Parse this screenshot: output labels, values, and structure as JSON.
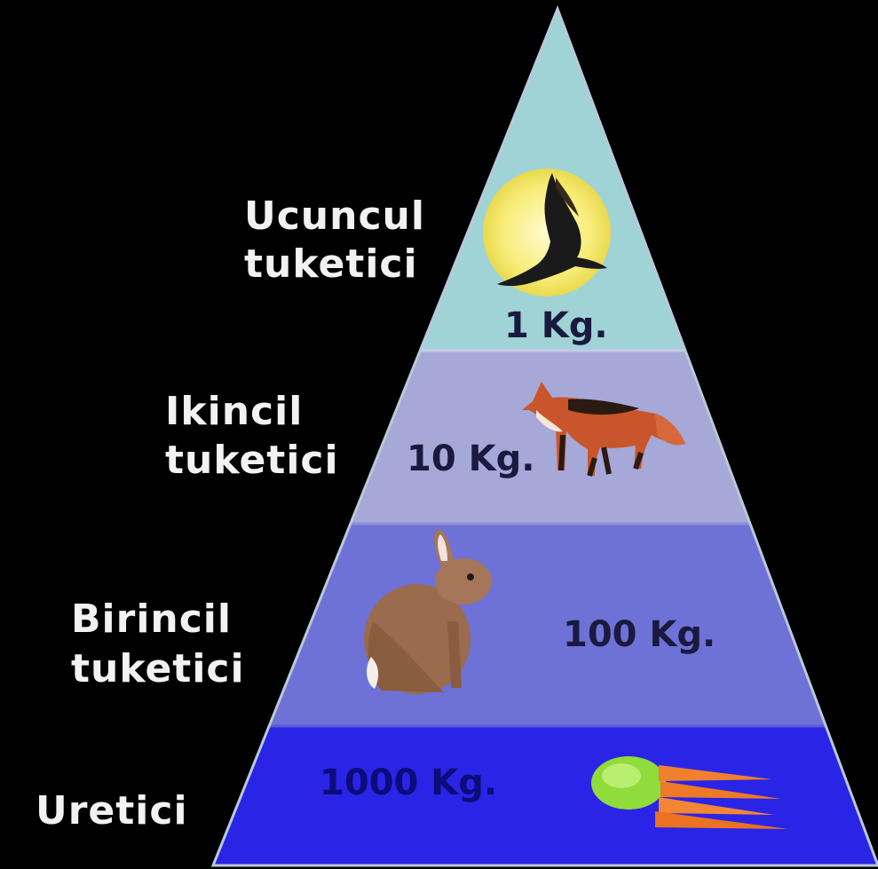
{
  "levels": [
    {
      "id": "tertiary",
      "label_line1": "Ucuncul",
      "label_line2": "tuketici",
      "mass": "1 Kg.",
      "icon": "hawk-icon",
      "band_color": "#9fd3d6"
    },
    {
      "id": "secondary",
      "label_line1": "Ikincil",
      "label_line2": "tuketici",
      "mass": "10 Kg.",
      "icon": "fox-icon",
      "band_color": "#a6a8d8"
    },
    {
      "id": "primary",
      "label_line1": "Birincil",
      "label_line2": "tuketici",
      "mass": "100 Kg.",
      "icon": "rabbit-icon",
      "band_color": "#6e72d6"
    },
    {
      "id": "producer",
      "label_line1": "Uretici",
      "mass": "1000 Kg.",
      "icon": "carrots-icon",
      "band_color": "#2a24e6"
    }
  ],
  "colors": {
    "background": "#000000",
    "label_text": "#f2f2f2",
    "mass_text": "#1a1a40",
    "moon": "#f7ec77"
  }
}
